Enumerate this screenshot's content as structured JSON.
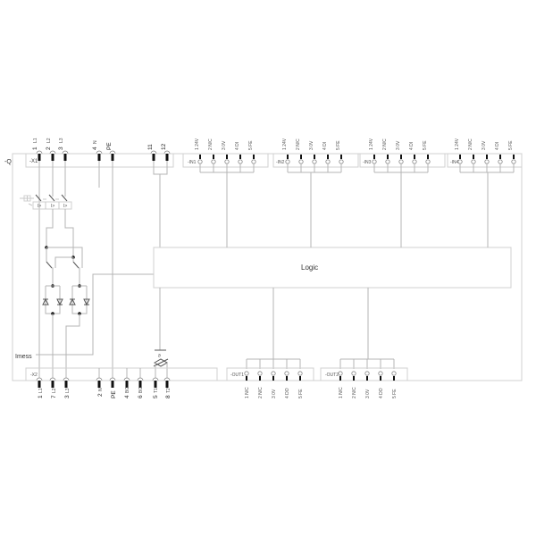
{
  "device_label": "-Q",
  "logic_block": {
    "label": "Logic"
  },
  "imess_label": "Imess",
  "x1": {
    "label": "-X1",
    "pins": [
      {
        "num": "1",
        "sub": "L1"
      },
      {
        "num": "2",
        "sub": "L2"
      },
      {
        "num": "3",
        "sub": "L3"
      },
      {
        "num": "4",
        "sub": "N"
      },
      {
        "num": "PE",
        "sub": ""
      },
      {
        "num": "11",
        "sub": ""
      },
      {
        "num": "12",
        "sub": ""
      }
    ]
  },
  "x2": {
    "label": "-X2",
    "pins": [
      {
        "num": "1",
        "sub": "L1"
      },
      {
        "num": "7",
        "sub": "L2"
      },
      {
        "num": "3",
        "sub": "L3"
      },
      {
        "num": "2",
        "sub": "N"
      },
      {
        "num": "PE",
        "sub": ""
      },
      {
        "num": "4",
        "sub": "BG"
      },
      {
        "num": "6",
        "sub": "BG"
      },
      {
        "num": "5",
        "sub": "T1"
      },
      {
        "num": "8",
        "sub": "T2"
      }
    ]
  },
  "inputs": [
    {
      "label": "-IN1",
      "pins": [
        "1 24V",
        "2 N/C",
        "3 0V",
        "4 DI",
        "5 FE"
      ]
    },
    {
      "label": "-IN2",
      "pins": [
        "1 24V",
        "2 N/C",
        "3 0V",
        "4 DI",
        "5 FE"
      ]
    },
    {
      "label": "-IN3",
      "pins": [
        "1 24V",
        "2 N/C",
        "3 0V",
        "4 DI",
        "5 FE"
      ]
    },
    {
      "label": "-IN4",
      "pins": [
        "1 24V",
        "2 N/C",
        "3 0V",
        "4 DI",
        "5 FE"
      ]
    }
  ],
  "outputs": [
    {
      "label": "-OUT1",
      "pins": [
        "1 N/C",
        "2 N/C",
        "3 0V",
        "4 DO",
        "5 FE"
      ]
    },
    {
      "label": "-OUT2",
      "pins": [
        "1 N/C",
        "2 N/C",
        "3 0V",
        "4 DO",
        "5 FE"
      ]
    }
  ],
  "thermistor_label": "ϑ"
}
